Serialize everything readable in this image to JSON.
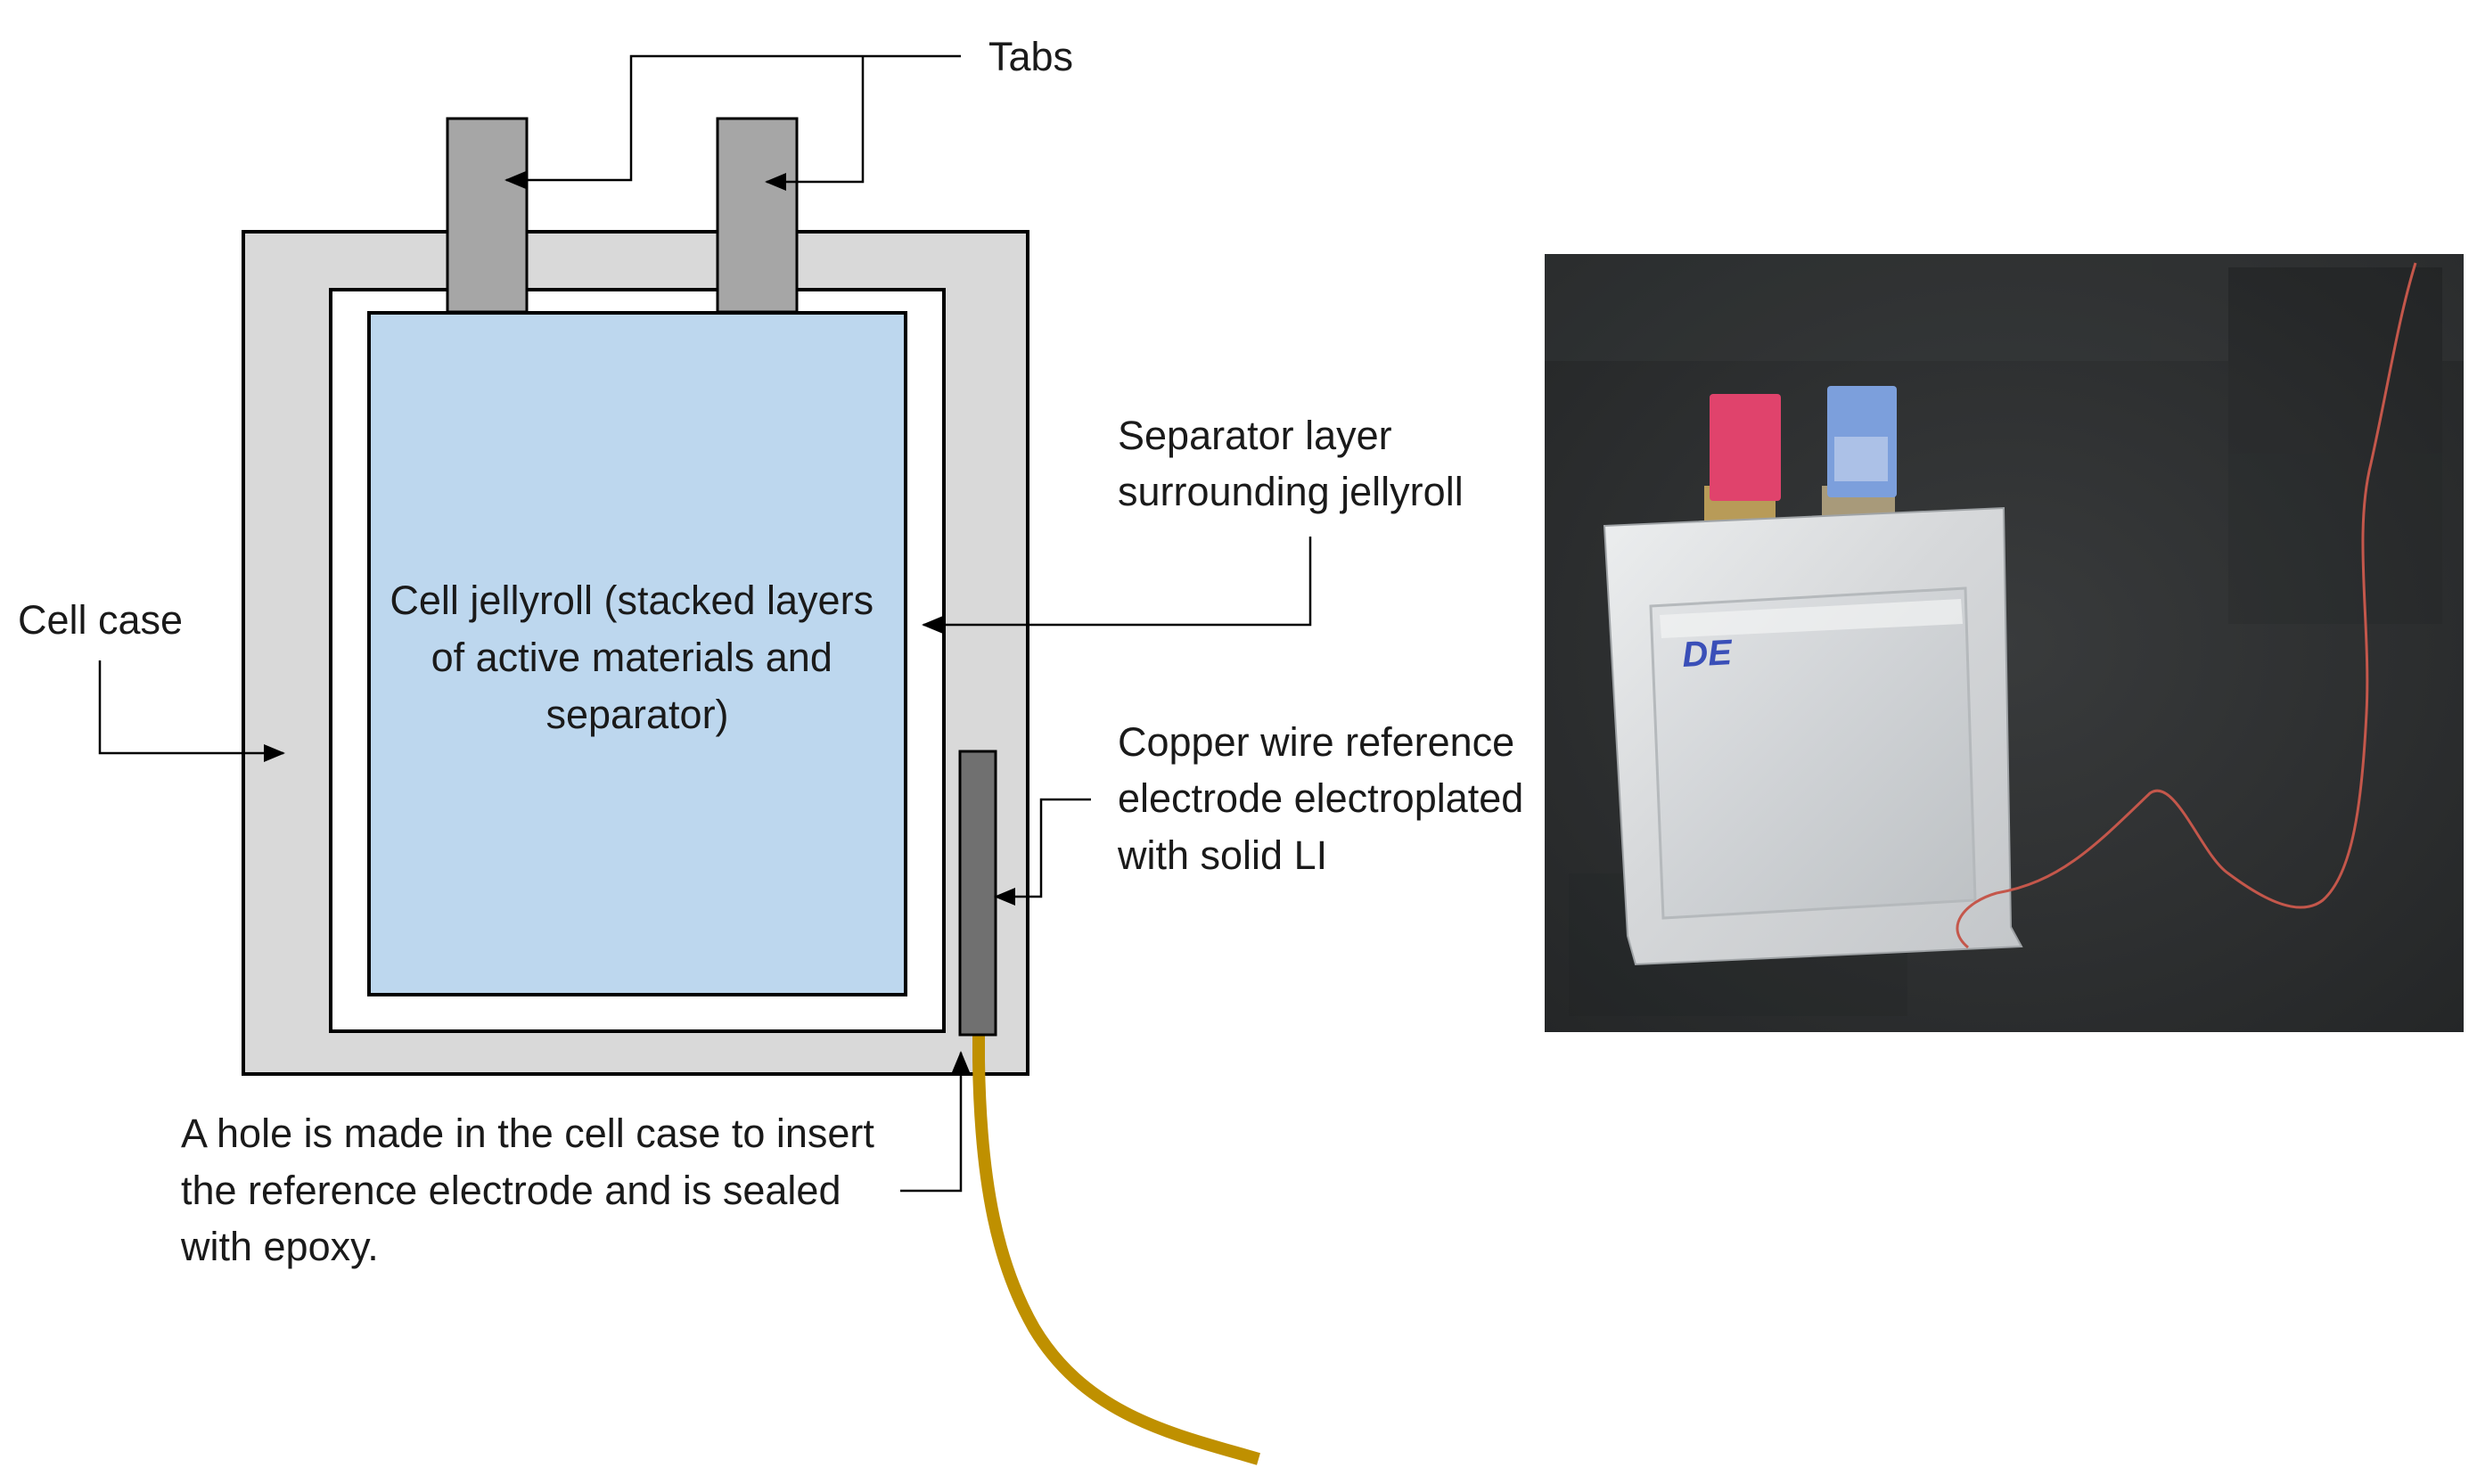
{
  "diagram": {
    "labels": {
      "tabs": "Tabs",
      "cell_case": "Cell case",
      "jellyroll": [
        "Cell jellyroll (stacked layers",
        "of active materials and",
        "separator)"
      ],
      "separator": [
        "Separator layer",
        "surrounding jellyroll"
      ],
      "copper_wire": [
        "Copper wire reference",
        "electrode electroplated",
        "with solid LI"
      ],
      "hole": [
        "A hole is made in the cell case to insert",
        "the reference electrode and is sealed",
        "with epoxy."
      ]
    },
    "colors": {
      "case_fill": "#d9d9d9",
      "jellyroll_fill": "#bdd7ee",
      "tab_fill": "#a6a6a6",
      "electrode_fill": "#707070",
      "wire_color": "#bf9000",
      "outline": "#000000"
    }
  },
  "photo": {
    "handwritten_mark": "DE",
    "colors": {
      "background": "#2f3132",
      "pouch": "#d8dadb",
      "tab_positive": "#e0436c",
      "tab_negative": "#7c9fdc",
      "wire": "#c4574b"
    }
  }
}
